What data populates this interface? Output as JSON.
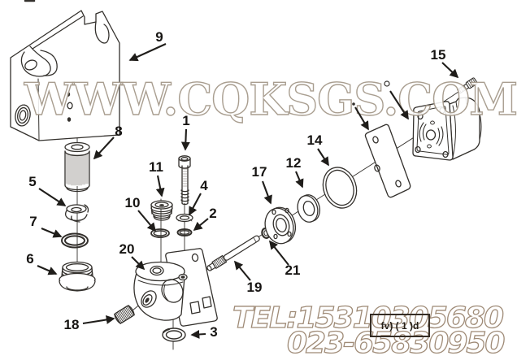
{
  "diagram": {
    "callouts": {
      "1": "1",
      "2": "2",
      "3": "3",
      "4": "4",
      "5": "5",
      "6": "6",
      "7": "7",
      "8": "8",
      "9": "9",
      "10": "10",
      "11": "11",
      "12": "12",
      "14": "14",
      "15": "15",
      "17": "17",
      "18": "18",
      "19": "19",
      "20": "20",
      "21": "21"
    },
    "watermark": {
      "site": "WWW.CQKSGS.COM",
      "tel_line1": "TEL:15310305680",
      "tel_line2": "023-65830950"
    },
    "page_tag": "fv) ( 1 )d",
    "colors": {
      "line": "#33302c",
      "arrow": "#1f1d1a",
      "watermark_outline": "#a4998a",
      "tel_outline": "#9a8570"
    }
  }
}
